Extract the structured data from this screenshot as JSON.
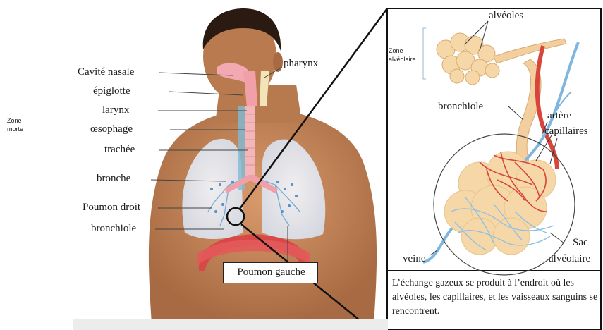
{
  "left_labels": {
    "cavite_nasale": "Cavité nasale",
    "epiglotte": "épiglotte",
    "larynx": "larynx",
    "oesophage": "œsophage",
    "trachee": "trachée",
    "bronche": "bronche",
    "poumon_droit": "Poumon droit",
    "bronchiole": "bronchiole"
  },
  "pharynx": "pharynx",
  "poumon_gauche": "Poumon gauche",
  "zone_morte": "Zone morte",
  "zone_alveolaire": "Zone alvéolaire",
  "inset_labels": {
    "alveoles": "alvéoles",
    "bronchiole": "bronchiole",
    "artere": "artère",
    "capillaires": "capillaires",
    "veine": "veine",
    "sac": "Sac",
    "alveolaire": "alvéolaire"
  },
  "caption": "L’échange gazeux se produit à l’endroit où les alvéoles, les capillaires, et les vaisseaux sanguins se rencontrent.",
  "colors": {
    "skin": "#c98b5e",
    "skin_dark": "#8a5232",
    "hair": "#2a1a12",
    "lung": "#e8eef6",
    "airway": "#f2a0a8",
    "diaphragm": "#d94848",
    "artery": "#d8453a",
    "vein": "#7fb6e0",
    "alveoli": "#f6d8a8"
  }
}
